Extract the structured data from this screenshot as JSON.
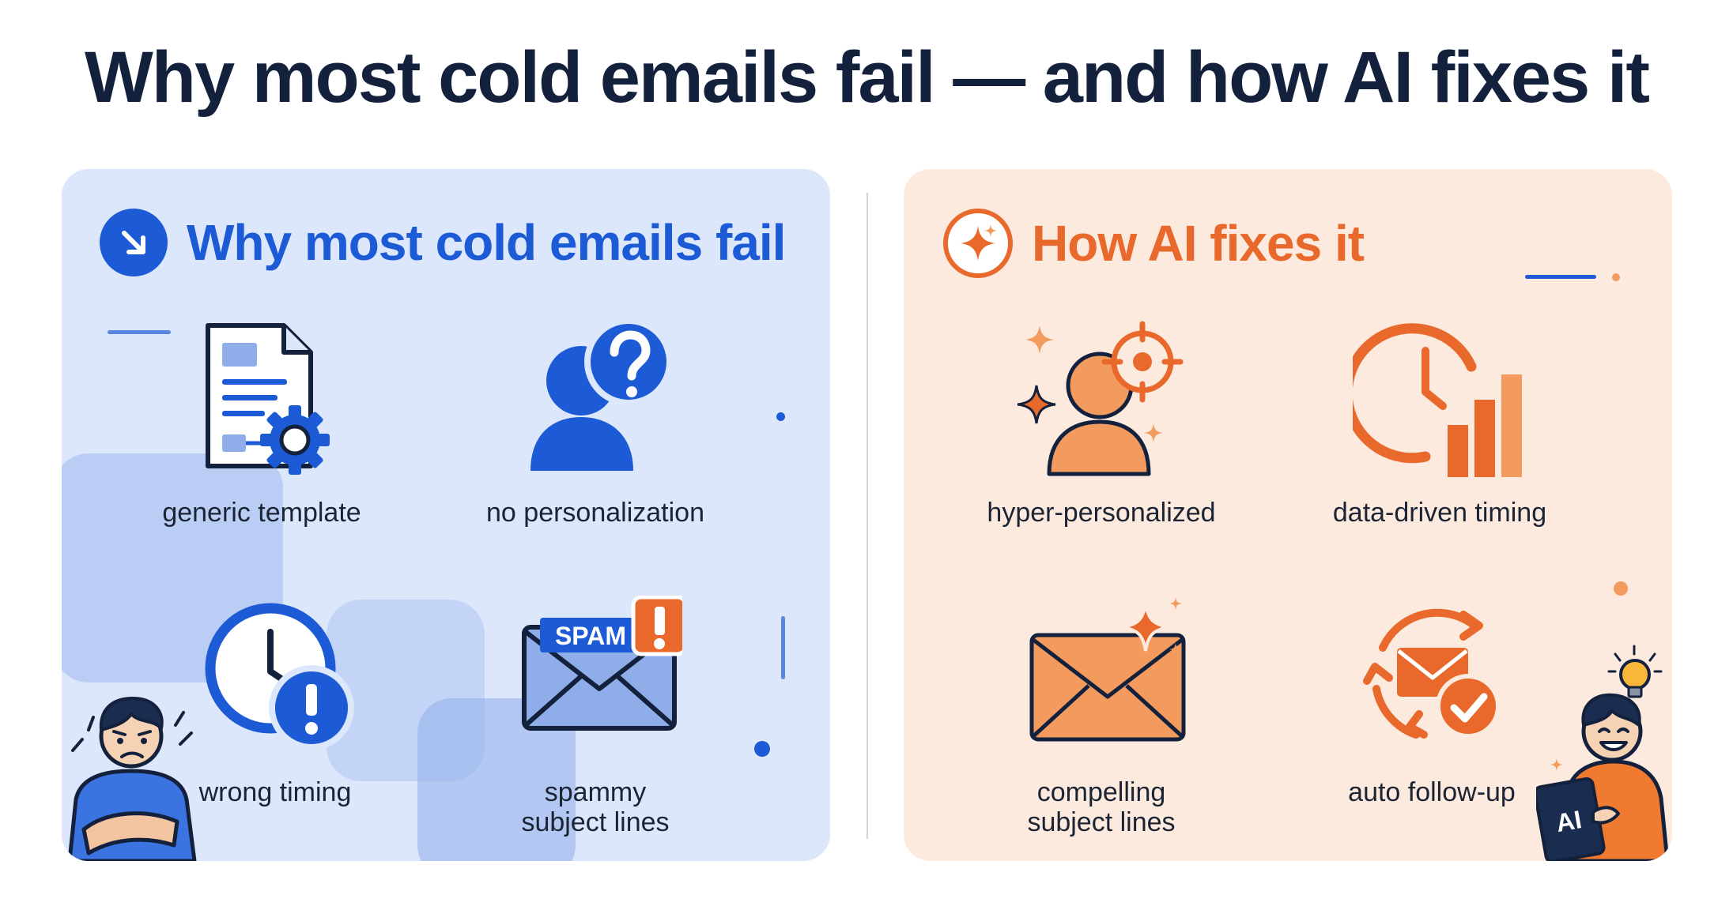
{
  "title": "Why most cold emails fail — and how AI fixes it",
  "left_panel": {
    "heading": "Why most cold emails fail",
    "heading_icon": "arrow-down-right-icon",
    "accent": "#1d5bd6",
    "items": [
      {
        "label": "generic template",
        "icon": "template-gear-icon"
      },
      {
        "label": "no personalization",
        "icon": "unknown-person-icon"
      },
      {
        "label": "wrong timing",
        "icon": "clock-alert-icon"
      },
      {
        "label": "spammy\nsubject lines",
        "icon": "spam-envelope-icon"
      }
    ],
    "tag_text": "SPAM"
  },
  "right_panel": {
    "heading": "How AI fixes it",
    "heading_icon": "sparkle-icon",
    "accent": "#e8692b",
    "items": [
      {
        "label": "hyper-personalized",
        "icon": "targeted-person-icon"
      },
      {
        "label": "data-driven timing",
        "icon": "clock-chart-icon"
      },
      {
        "label": "compelling\nsubject lines",
        "icon": "sparkle-envelope-icon"
      },
      {
        "label": "auto follow-up",
        "icon": "auto-cycle-envelope-icon"
      }
    ],
    "tablet_text": "AI"
  }
}
